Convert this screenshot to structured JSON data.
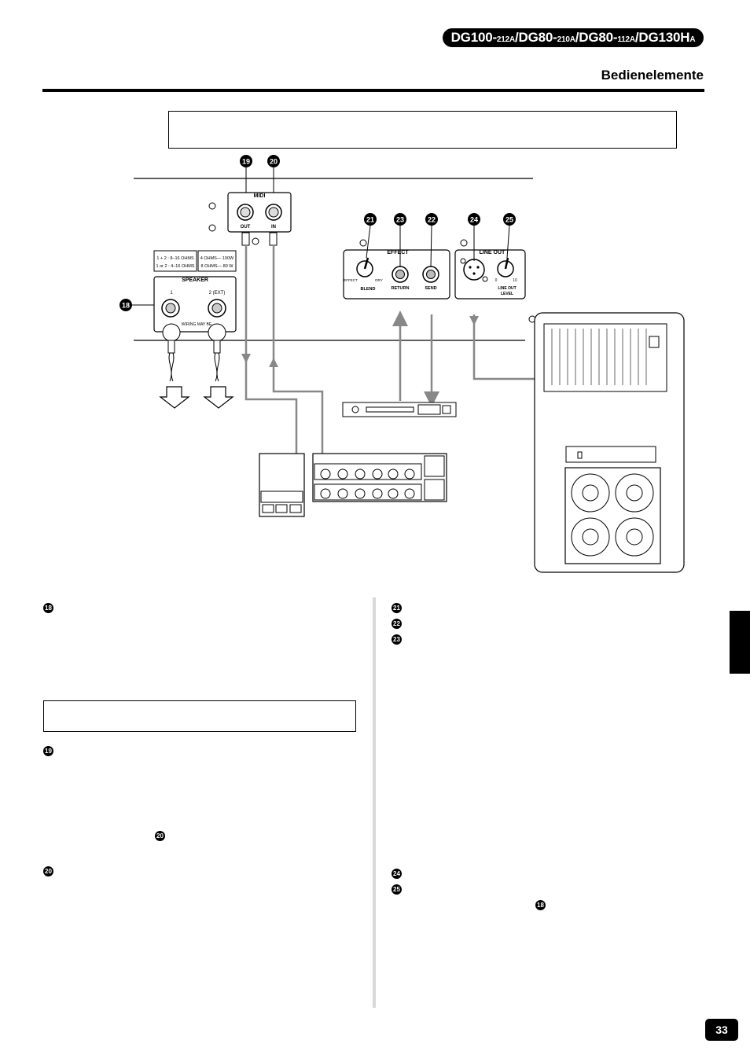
{
  "header": {
    "model_main_1": "DG100-",
    "model_sub_1": "212A",
    "model_main_2": "/DG80-",
    "model_sub_2": "210A",
    "model_main_3": "/DG80-",
    "model_sub_3": "112A",
    "model_main_4": "/DG130H",
    "model_sub_4": "A",
    "section_title": "Bedienelemente"
  },
  "diagram": {
    "callouts": {
      "n18": "18",
      "n19": "19",
      "n20": "20",
      "n21": "21",
      "n22": "22",
      "n23": "23",
      "n24": "24",
      "n25": "25"
    },
    "midi": {
      "label": "MIDI",
      "out": "OUT",
      "in": "IN"
    },
    "speaker": {
      "spec_left_1": "1 + 2 : 8–16 OHMS",
      "spec_left_2": "1 or 2 : 4–16 OHMS",
      "spec_right_1": "4 OHMS— 100W",
      "spec_right_2": "8 OHMS— 80 W",
      "label": "SPEAKER",
      "jack1": "1",
      "jack2": "2 (EXT)",
      "warning": "WIRING MAY BE"
    },
    "effect": {
      "label": "EFFECT",
      "effect": "EFFECT",
      "dry": "DRY",
      "blend": "BLEND",
      "return": "RETURN",
      "send": "SEND"
    },
    "line_out": {
      "label": "LINE OUT",
      "level": "LINE OUT",
      "level2": "LEVEL",
      "scale_min": "0",
      "scale_max": "10"
    }
  },
  "body": {
    "item18": "18",
    "item19": "19",
    "item19_ref": "20",
    "item20": "20",
    "item21": "21",
    "item22": "22",
    "item23": "23",
    "item24": "24",
    "item25": "25",
    "item25_ref": "18"
  },
  "footer": {
    "page_number": "33"
  }
}
